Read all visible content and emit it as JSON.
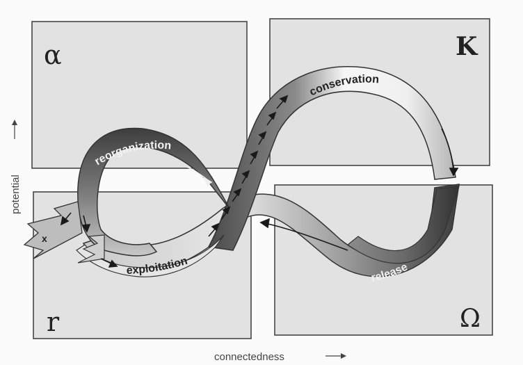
{
  "quadrants": {
    "alpha": "α",
    "k": "K",
    "r": "r",
    "omega": "Ω"
  },
  "axes": {
    "x_label": "connectedness",
    "y_label": "potential"
  },
  "phases": {
    "conservation": "conservation",
    "reorganization": "reorganization",
    "exploitation": "exploitation",
    "release": "release"
  },
  "exit_marker": "x",
  "colors": {
    "box_fill": "#e2e2e2",
    "box_stroke": "#3a3a3a",
    "band_light": "#f4f4f4",
    "band_mid": "#a8a8a8",
    "band_dark": "#4a4a4a",
    "arrow": "#1a1a1a"
  }
}
